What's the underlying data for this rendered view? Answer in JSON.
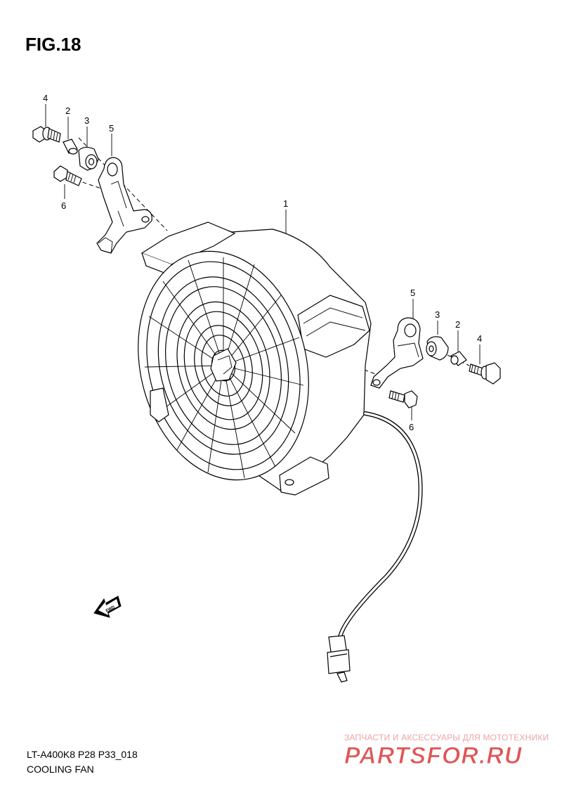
{
  "figure": {
    "title": "FIG.18"
  },
  "callouts": [
    {
      "id": "c4-left",
      "text": "4"
    },
    {
      "id": "c2-left",
      "text": "2"
    },
    {
      "id": "c3-left",
      "text": "3"
    },
    {
      "id": "c5-left",
      "text": "5"
    },
    {
      "id": "c6-left",
      "text": "6"
    },
    {
      "id": "c1",
      "text": "1"
    },
    {
      "id": "c5-right",
      "text": "5"
    },
    {
      "id": "c3-right",
      "text": "3"
    },
    {
      "id": "c2-right",
      "text": "2"
    },
    {
      "id": "c4-right",
      "text": "4"
    },
    {
      "id": "c6-right",
      "text": "6"
    }
  ],
  "fwd_arrow": {
    "text": "FWD"
  },
  "footer": {
    "model_code": "LT-A400K8 P28 P33_018",
    "part_name": "COOLING FAN"
  },
  "watermark": {
    "line": "ЗАПЧАСТИ И АКСЕССУАРЫ ДЛЯ МОТОТЕХНИКИ",
    "logo": "PARTSFOR.RU",
    "color": "#e05555"
  }
}
